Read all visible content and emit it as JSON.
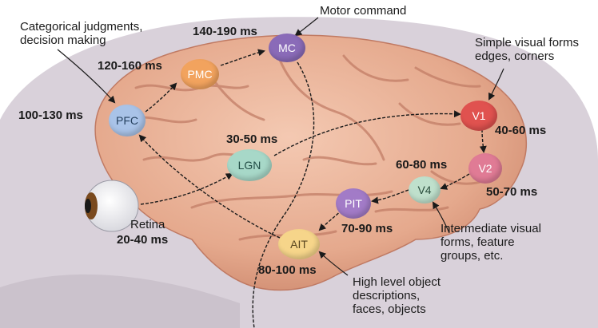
{
  "regions": [
    {
      "key": "mc",
      "name": "MC",
      "color": "#8a6bb8",
      "text_color": "#ffffff"
    },
    {
      "key": "pmc",
      "name": "PMC",
      "color": "#f2a35e",
      "text_color": "#ffffff"
    },
    {
      "key": "pfc",
      "name": "PFC",
      "color": "#a9c3e8",
      "text_color": "#26415f"
    },
    {
      "key": "lgn",
      "name": "LGN",
      "color": "#a7d8c8",
      "text_color": "#224d46"
    },
    {
      "key": "v1",
      "name": "V1",
      "color": "#e0524f",
      "text_color": "#ffffff"
    },
    {
      "key": "v2",
      "name": "V2",
      "color": "#e07b95",
      "text_color": "#ffffff"
    },
    {
      "key": "v4",
      "name": "V4",
      "color": "#bfe0cc",
      "text_color": "#2a4d3c"
    },
    {
      "key": "pit",
      "name": "PIT",
      "color": "#a27bc7",
      "text_color": "#ffffff"
    },
    {
      "key": "ait",
      "name": "AIT",
      "color": "#f6d58a",
      "text_color": "#5a4620"
    }
  ],
  "timings": {
    "mc": "140-190 ms",
    "pmc": "120-160 ms",
    "pfc": "100-130 ms",
    "lgn": "30-50 ms",
    "v1": "40-60 ms",
    "v2": "50-70 ms",
    "v4": "60-80 ms",
    "pit": "70-90 ms",
    "ait": "80-100 ms",
    "retina": "20-40 ms"
  },
  "annotations": {
    "motor": "Motor command",
    "categorical": "Categorical judgments,\ndecision making",
    "simple": "Simple visual forms\nedges, corners",
    "intermediate": "Intermediate visual\nforms, feature\ngroups, etc.",
    "high": "High level object\ndescriptions,\nfaces, objects",
    "retina": "Retina"
  },
  "colors": {
    "background": "#ffffff",
    "head": "#d7cfd8",
    "brain": "#e8b297",
    "brain_fold": "#c57e66",
    "arrow": "#1a1a1a"
  }
}
